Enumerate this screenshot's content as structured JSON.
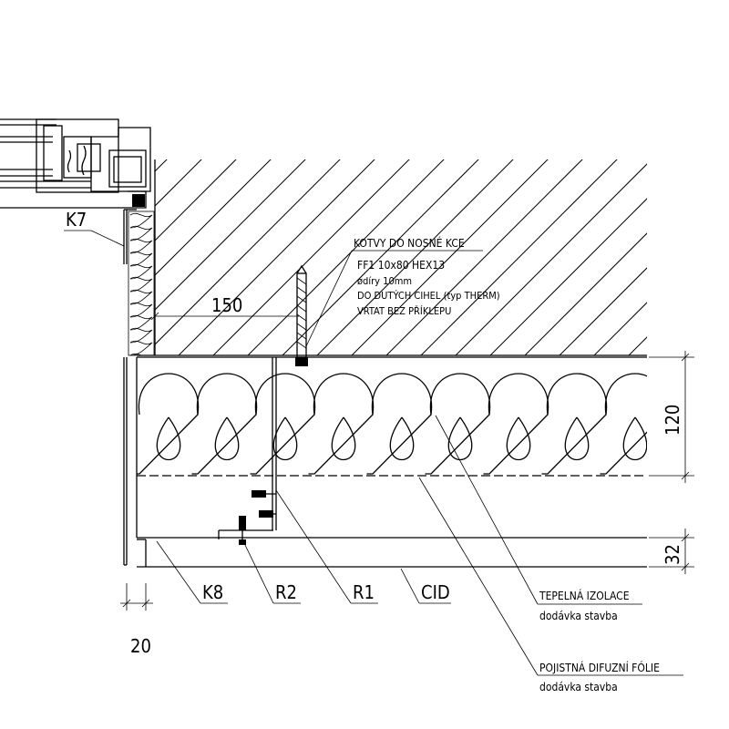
{
  "anchor_note": {
    "title": "KOTVY DO NOSNÉ KCE",
    "line1": "FF1  10x80  HEX13",
    "line2": "ødíry 10mm",
    "line3": "DO DUTÝCH CIHEL (typ THERM)",
    "line4": "VRTAT BEZ PŘÍKLEPU"
  },
  "dimensions": {
    "d150": "150",
    "d120": "120",
    "d32": "32",
    "d20": "20"
  },
  "labels": {
    "k7": "K7",
    "k8": "K8",
    "r2": "R2",
    "r1": "R1",
    "cid": "CID"
  },
  "notes": {
    "insulation_title": "TEPELNÁ IZOLACE",
    "insulation_sub": "dodávka stavba",
    "foil_title": "POJISTNÁ DIFUZNÍ FÓLIE",
    "foil_sub": "dodávka stavba"
  }
}
